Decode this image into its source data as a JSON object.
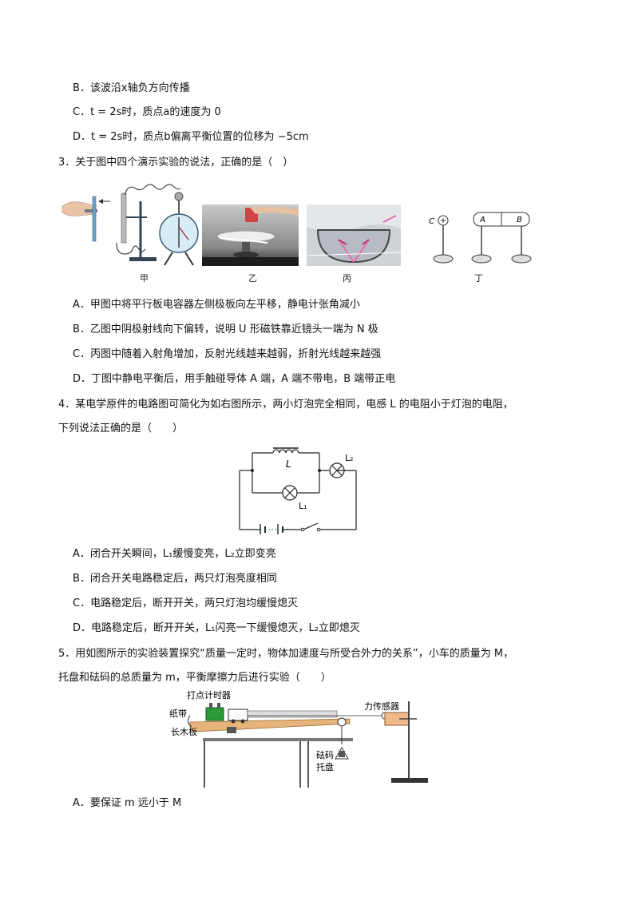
{
  "q2_options": {
    "B": "B．该波沿x轴负方向传播",
    "C": "C．t = 2s时，质点a的速度为 0",
    "D": "D．t = 2s时，质点b偏离平衡位置的位移为 −5cm"
  },
  "q3": {
    "stem": "3．关于图中四个演示实验的说法，正确的是（　）",
    "fig_labels": [
      "甲",
      "乙",
      "丙",
      "丁"
    ],
    "fig_ding_labels": {
      "c": "C",
      "a": "A",
      "b": "B"
    },
    "options": {
      "A": "A．甲图中将平行板电容器左侧极板向左平移，静电计张角减小",
      "B": "B．乙图中阴极射线向下偏转，说明 U 形磁铁靠近镜头一端为 N 极",
      "C": "C．丙图中随着入射角增加，反射光线越来越弱，折射光线越来越强",
      "D": "D．丁图中静电平衡后，用手触碰导体 A 端，A 端不带电，B 端带正电"
    }
  },
  "q4": {
    "stem_line1": "4．某电学原件的电路图可简化为如右图所示，两小灯泡完全相同，电感 L 的电阻小于灯泡的电阻，",
    "stem_line2": "下列说法正确的是（　　）",
    "circuit_labels": {
      "inductor": "L",
      "lamp2": "L₂",
      "lamp1": "L₁"
    },
    "options": {
      "A": "A．闭合开关瞬间，L₁缓慢变亮，L₂立即变亮",
      "B": "B．闭合开关电路稳定后，两只灯泡亮度相同",
      "C": "C．电路稳定后，断开开关，两只灯泡均缓慢熄灭",
      "D": "D．电路稳定后，断开开关，L₁闪亮一下缓慢熄灭，L₂立即熄灭"
    }
  },
  "q5": {
    "stem_line1": "5．用如图所示的实验装置探究“质量一定时，物体加速度与所受合外力的关系”，小车的质量为 M，",
    "stem_line2": "托盘和砝码的总质量为 m，平衡摩擦力后进行实验（　　）",
    "fig_labels": {
      "timer": "打点计时器",
      "tape": "纸带",
      "board": "长木板",
      "sensor": "力传感器",
      "weights_line1": "砝码",
      "weights_line2": "托盘"
    },
    "options": {
      "A": "A．要保证 m 远小于 M"
    }
  }
}
